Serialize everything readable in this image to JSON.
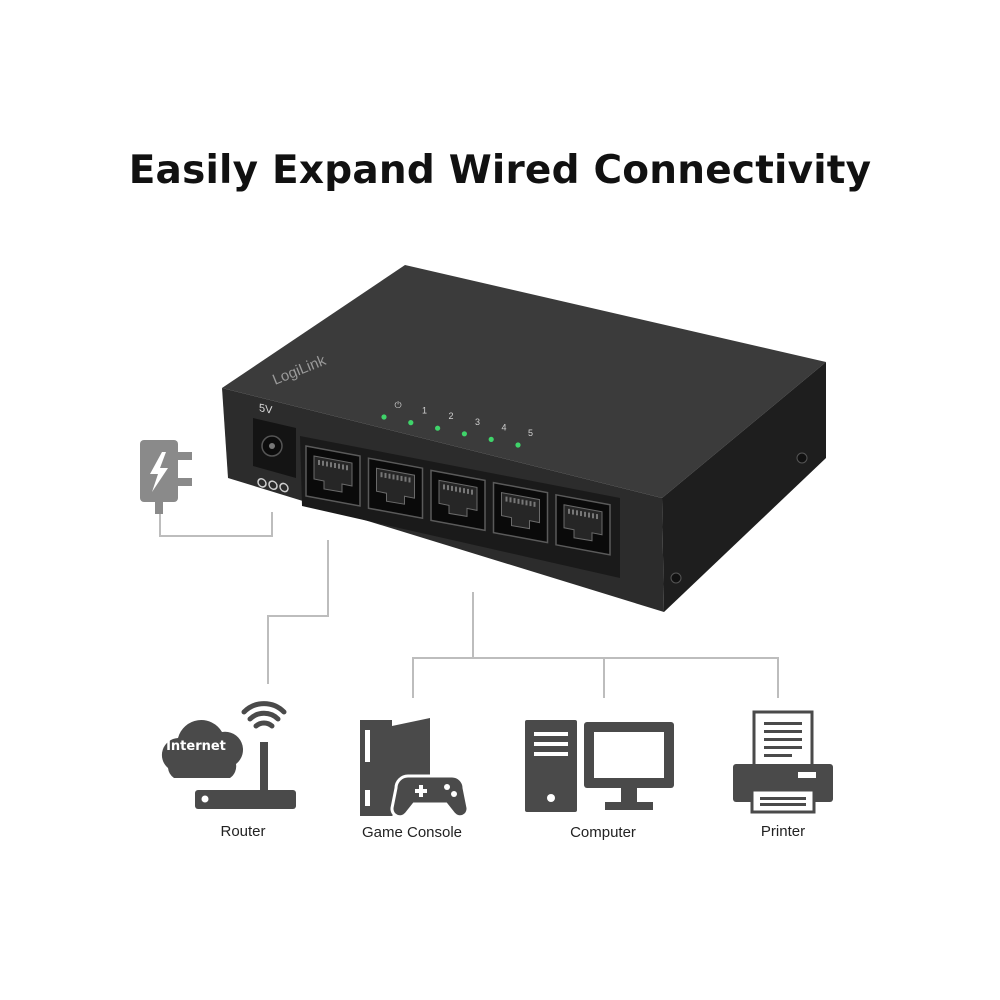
{
  "title": "Easily Expand Wired Connectivity",
  "device": {
    "brand": "LogiLink",
    "power_label": "5V",
    "led_labels": [
      "⏻",
      "1",
      "2",
      "3",
      "4",
      "5"
    ],
    "led_color": "#3fd46a",
    "body_color": "#2b2b2b",
    "port_count": 5
  },
  "connections": [
    {
      "label": "Router",
      "icon": "router-icon",
      "cloud_text": "Internet"
    },
    {
      "label": "Game Console",
      "icon": "game-console-icon"
    },
    {
      "label": "Computer",
      "icon": "computer-icon"
    },
    {
      "label": "Printer",
      "icon": "printer-icon"
    }
  ],
  "colors": {
    "icon": "#4a4a4a",
    "line": "#bdbdbd",
    "text": "#111111"
  }
}
